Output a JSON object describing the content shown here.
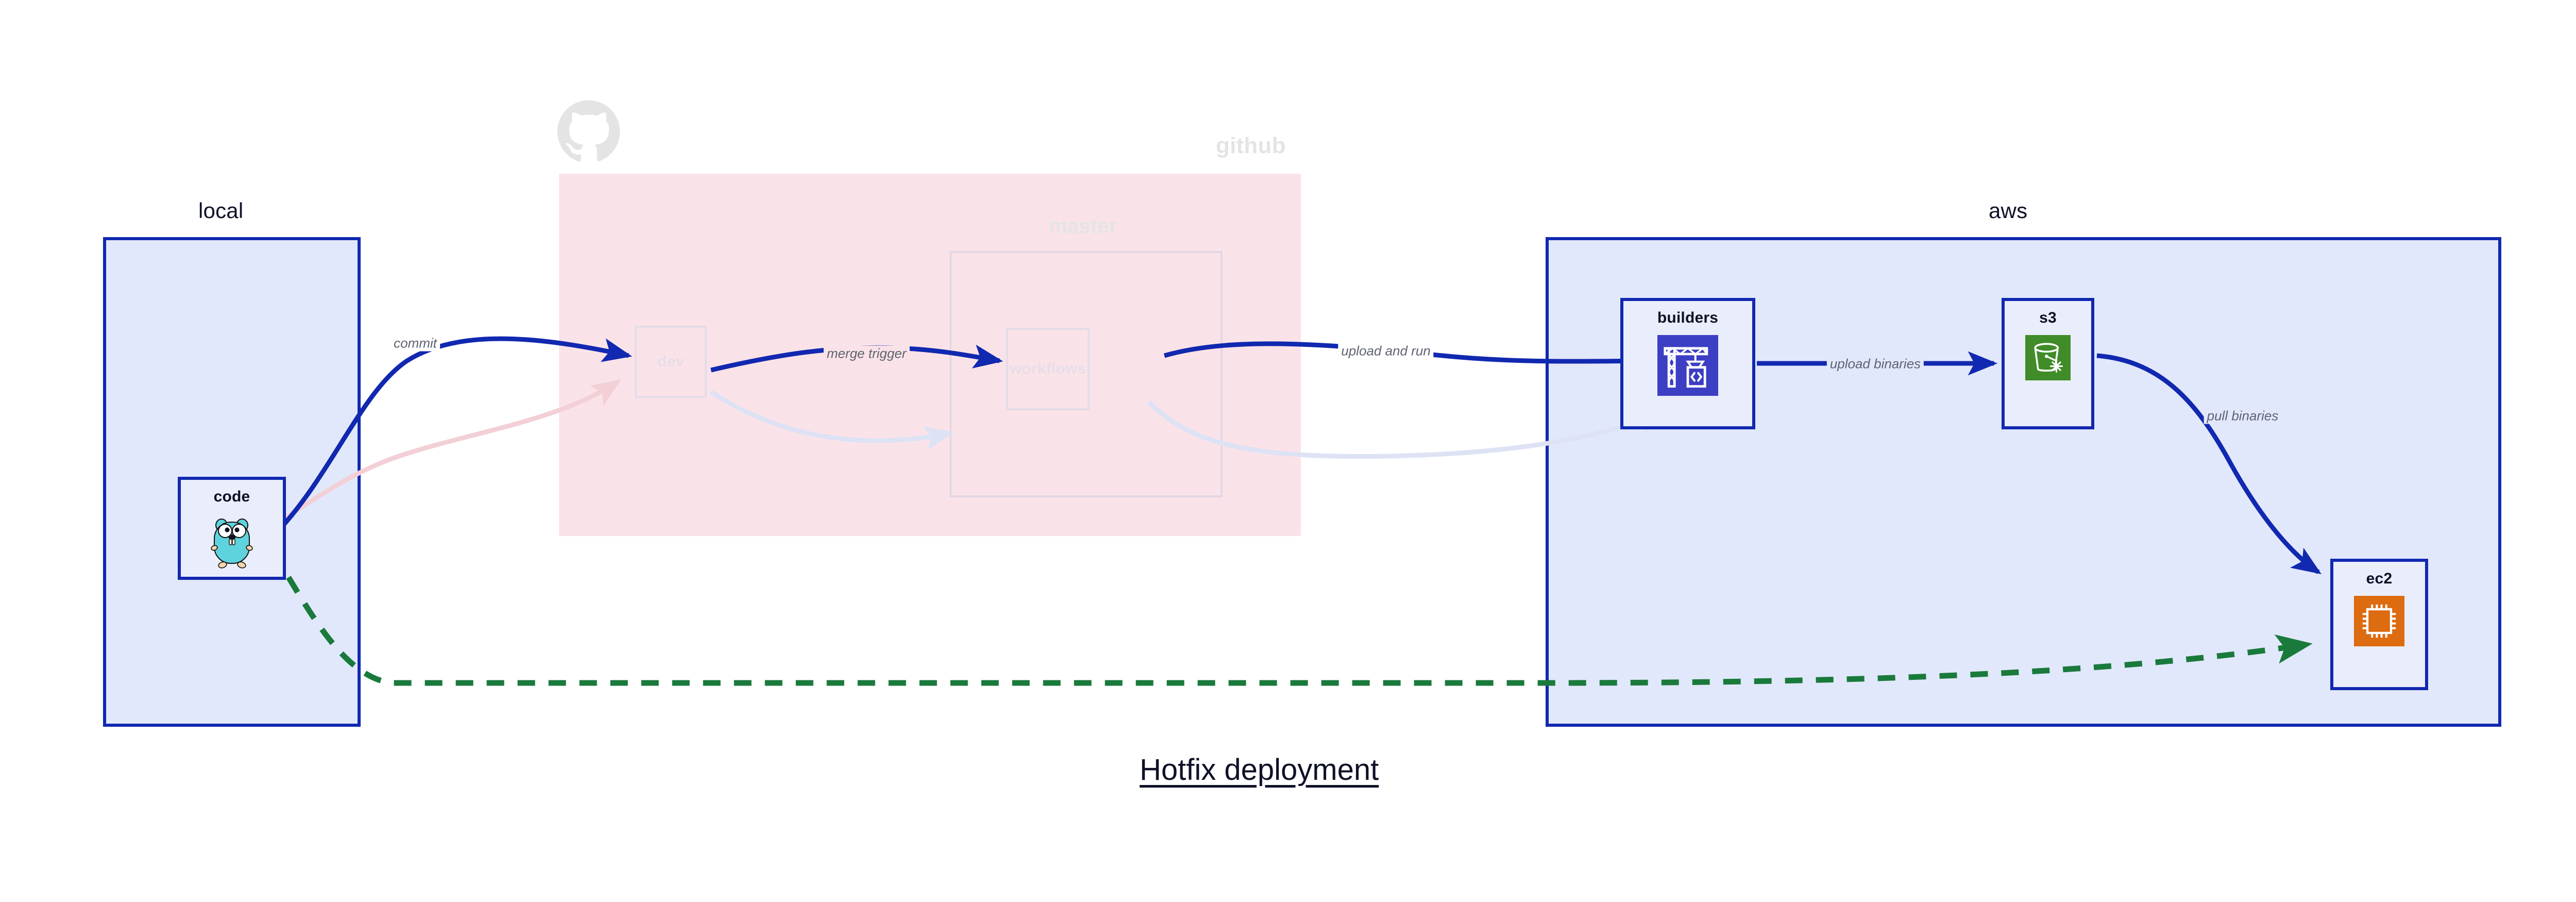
{
  "diagram": {
    "title": "Hotfix deployment",
    "background": "#ffffff",
    "accent_blue": "#1128b0",
    "group_blue_fill": "#e1e8fb",
    "group_pink_fill": "#fae3e8",
    "node_fill": "#eaeefc",
    "hotfix_green": "#1a7a3c",
    "faded_color": "#e4e4e4"
  },
  "groups": [
    {
      "id": "local",
      "label": "local",
      "style": "blue",
      "faded": false
    },
    {
      "id": "github",
      "label": "github",
      "style": "pink",
      "faded": true,
      "icon": "github-octocat-icon"
    },
    {
      "id": "master",
      "label": "master",
      "style": "outline",
      "faded": true
    },
    {
      "id": "aws",
      "label": "aws",
      "style": "blue",
      "faded": false
    }
  ],
  "nodes": [
    {
      "id": "code",
      "label": "code",
      "group": "local",
      "icon": "go-gopher-icon",
      "faded": false
    },
    {
      "id": "dev",
      "label": "dev",
      "group": "github",
      "icon": "none",
      "faded": true
    },
    {
      "id": "workflows",
      "label": "workflows",
      "group": "master",
      "icon": "none",
      "faded": true
    },
    {
      "id": "builders",
      "label": "builders",
      "group": "aws",
      "icon": "aws-codebuild-icon",
      "faded": false
    },
    {
      "id": "s3",
      "label": "s3",
      "group": "aws",
      "icon": "aws-s3-glacier-icon",
      "faded": false
    },
    {
      "id": "ec2",
      "label": "ec2",
      "group": "aws",
      "icon": "aws-ec2-icon",
      "faded": false
    }
  ],
  "edges": [
    {
      "id": "e-commit",
      "from": "code",
      "to": "dev",
      "label": "commit",
      "style": "solid-blue",
      "label_bg": "plain"
    },
    {
      "id": "e-merge",
      "from": "dev",
      "to": "workflows",
      "label": "merge trigger",
      "style": "solid-blue",
      "label_bg": "pink"
    },
    {
      "id": "e-upload-run",
      "from": "workflows",
      "to": "builders",
      "label": "upload and run",
      "style": "solid-blue",
      "label_bg": "plain"
    },
    {
      "id": "e-upload-bin",
      "from": "builders",
      "to": "s3",
      "label": "upload binaries",
      "style": "solid-blue",
      "label_bg": "blue"
    },
    {
      "id": "e-pull-bin",
      "from": "s3",
      "to": "ec2",
      "label": "pull binaries",
      "style": "solid-blue",
      "label_bg": "blue"
    },
    {
      "id": "e-hotfix",
      "from": "code",
      "to": "ec2",
      "label": "",
      "style": "dashed-green",
      "label_bg": "plain"
    },
    {
      "id": "e-faded-1",
      "from": "code",
      "to": "dev",
      "label": "",
      "style": "faded-pink",
      "label_bg": "plain"
    },
    {
      "id": "e-faded-2",
      "from": "dev",
      "to": "workflows",
      "label": "",
      "style": "faded-lilac",
      "label_bg": "plain"
    },
    {
      "id": "e-faded-3",
      "from": "workflows",
      "to": "builders",
      "label": "",
      "style": "faded-lilac",
      "label_bg": "plain"
    }
  ]
}
